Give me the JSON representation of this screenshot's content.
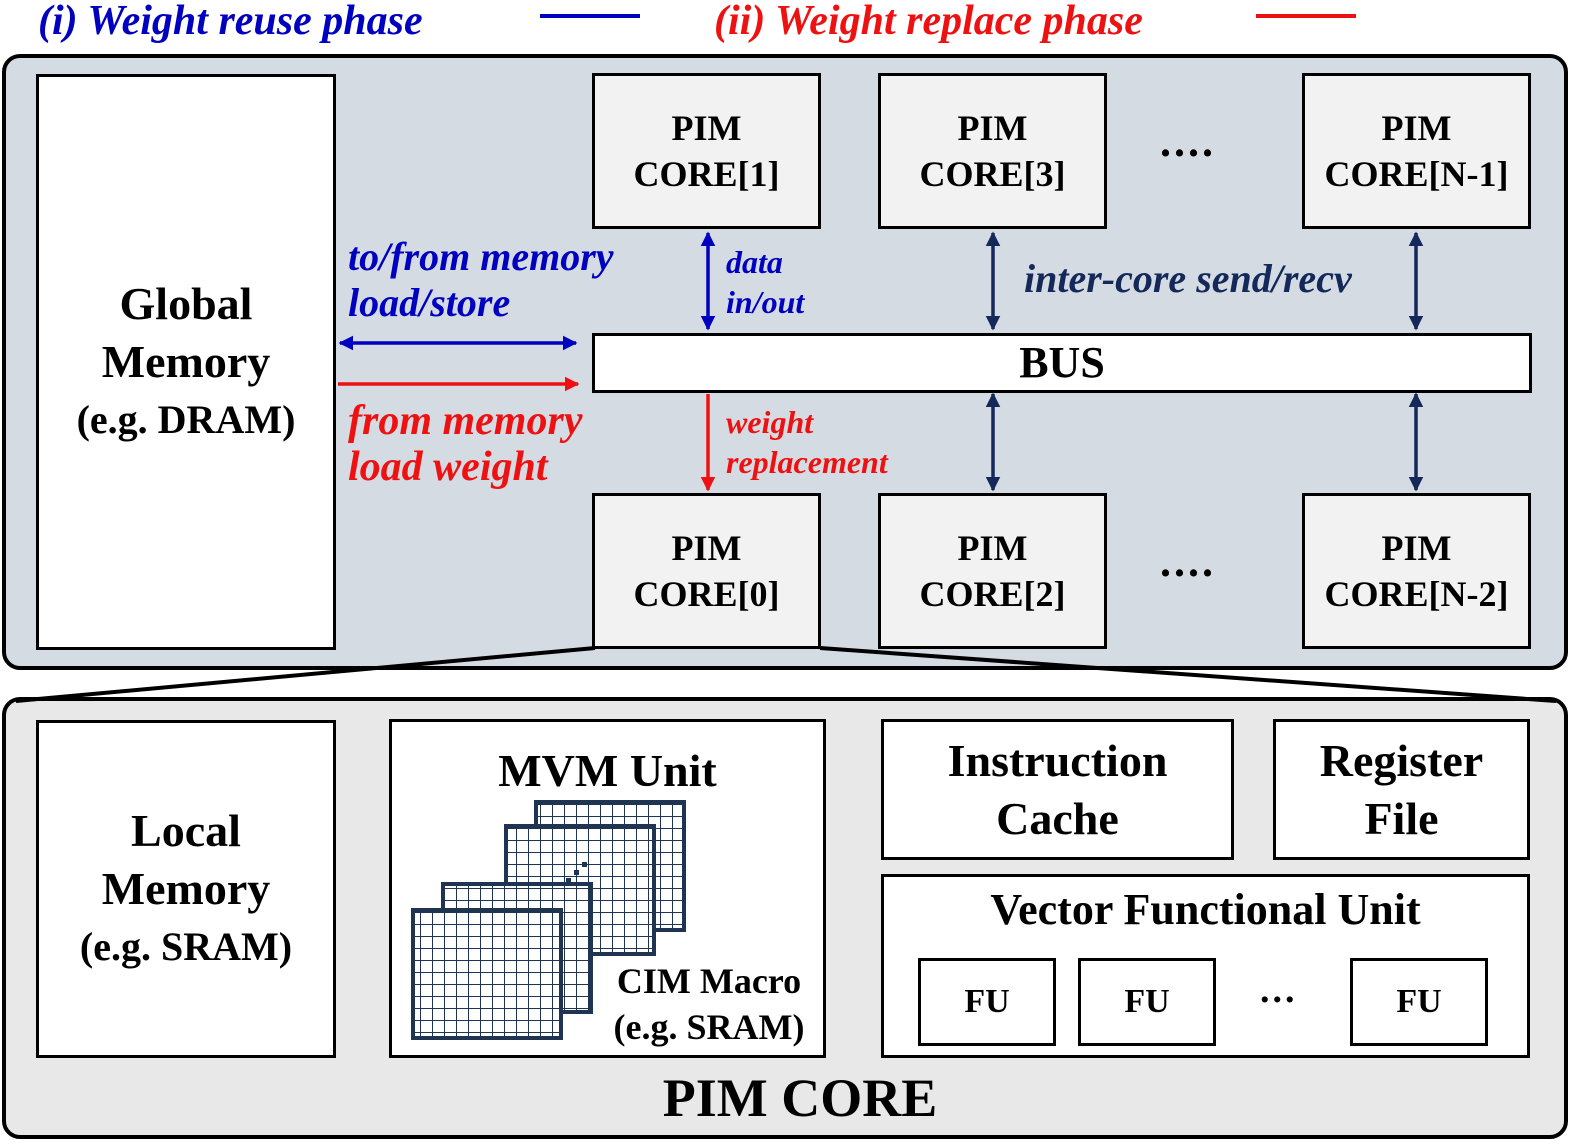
{
  "legend": {
    "reuse_label": "(i) Weight reuse phase",
    "replace_label": "(ii) Weight replace phase",
    "reuse_color": "#0000c0",
    "replace_color": "#ee1111"
  },
  "top_panel": {
    "global_memory": [
      "Global",
      "Memory",
      "(e.g. DRAM)"
    ],
    "bus_label": "BUS",
    "cores_top": [
      [
        "PIM",
        "CORE[1]"
      ],
      [
        "PIM",
        "CORE[3]"
      ],
      [
        "PIM",
        "CORE[N-1]"
      ]
    ],
    "cores_bottom": [
      [
        "PIM",
        "CORE[0]"
      ],
      [
        "PIM",
        "CORE[2]"
      ],
      [
        "PIM",
        "CORE[N-2]"
      ]
    ],
    "ellipsis": "....",
    "mem_reuse_label": [
      "to/from memory",
      "load/store"
    ],
    "mem_replace_label": [
      "from memory",
      "load weight"
    ],
    "data_io_label": [
      "data",
      "in/out"
    ],
    "weight_repl_label": [
      "weight",
      "replacement"
    ],
    "inter_core_label": "inter-core send/recv",
    "arrow_dark_color": "#14285a",
    "panel_color": "#d4dbe2"
  },
  "bottom_panel": {
    "local_memory": [
      "Local",
      "Memory",
      "(e.g. SRAM)"
    ],
    "mvm_title": "MVM Unit",
    "cim_label": [
      "CIM Macro",
      "(e.g. SRAM)"
    ],
    "instruction_cache": [
      "Instruction",
      "Cache"
    ],
    "register_file": [
      "Register",
      "File"
    ],
    "vfu_title": "Vector Functional Unit",
    "fu_labels": [
      "FU",
      "FU",
      "FU"
    ],
    "fu_ellipsis": "...",
    "panel_title": "PIM CORE",
    "panel_color": "#e8e8e8",
    "grid_color": "#1e3450"
  }
}
